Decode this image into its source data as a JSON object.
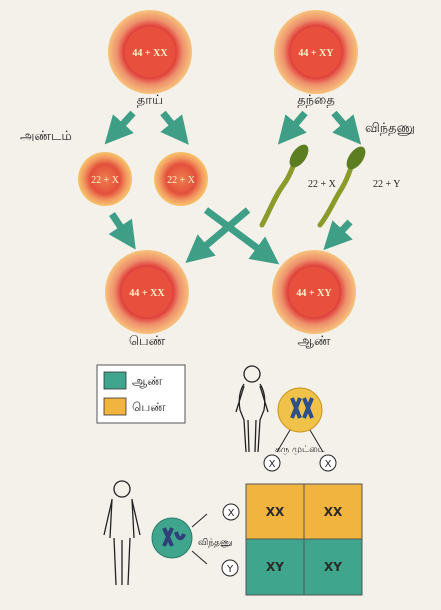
{
  "parents": {
    "mother": {
      "label": "தாய்",
      "chromosomes": "44 + XX"
    },
    "father": {
      "label": "தந்தை",
      "chromosomes": "44 + XY"
    }
  },
  "gametes": {
    "egg_label": "அண்டம்",
    "sperm_label": "விந்தணு",
    "egg1": "22 + X",
    "egg2": "22 + X",
    "sperm_x": "22 + X",
    "sperm_y": "22 + Y"
  },
  "offspring": {
    "female": {
      "label": "பெண்",
      "chromosomes": "44 + XX"
    },
    "male": {
      "label": "ஆண்",
      "chromosomes": "44 + XY"
    }
  },
  "legend": {
    "male_label": "ஆண்",
    "female_label": "பெண்",
    "male_color": "#3fa58d",
    "female_color": "#f1b43f"
  },
  "punnett": {
    "egg_caption": "கரு முட்டை",
    "sperm_caption": "விந்தணு",
    "egg_alleles": [
      "X",
      "X"
    ],
    "sperm_alleles": [
      "X",
      "Y"
    ],
    "cells": [
      [
        "XX",
        "XX"
      ],
      [
        "XY",
        "XY"
      ]
    ]
  }
}
